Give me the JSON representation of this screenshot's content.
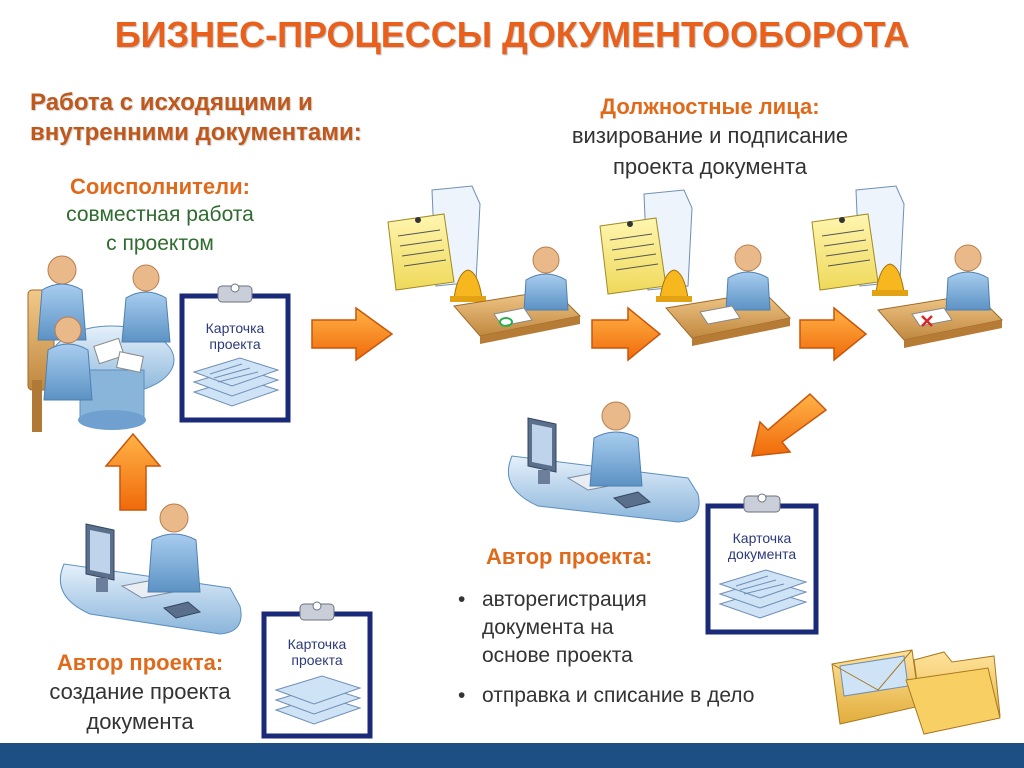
{
  "title": "БИЗНЕС-ПРОЦЕССЫ ДОКУМЕНТООБОРОТА",
  "section_left": {
    "heading_line1": "Работа с исходящими и",
    "heading_line2": "внутренними документами:",
    "coexecutors_title": "Соисполнители:",
    "coexecutors_line1": "совместная работа",
    "coexecutors_line2": "с проектом"
  },
  "section_right": {
    "officials_title": "Должностные лица:",
    "officials_line1": "визирование и подписание",
    "officials_line2": "проекта документа"
  },
  "author_left": {
    "title": "Автор проекта:",
    "line1": "создание проекта",
    "line2": "документа"
  },
  "author_right": {
    "title": "Автор проекта:",
    "bullet1_line1": "авторегистрация",
    "bullet1_line2": "документа на",
    "bullet1_line3": "основе проекта",
    "bullet2": "отправка и списание в дело"
  },
  "cards": {
    "project_card_line1": "Карточка",
    "project_card_line2": "проекта",
    "document_card_line1": "Карточка",
    "document_card_line2": "документа"
  },
  "colors": {
    "title": "#e8601c",
    "arrow": "#f58220",
    "person": "#7fb0d8",
    "desk": "#d9a45a",
    "footer": "#1d4f85"
  },
  "icons": [
    "meeting-icon",
    "clipboard-icon",
    "arrow-right-icon",
    "arrow-up-icon",
    "arrow-down-left-icon",
    "official-desk-icon",
    "author-computer-icon",
    "folder-icon",
    "envelope-icon",
    "bell-icon"
  ]
}
